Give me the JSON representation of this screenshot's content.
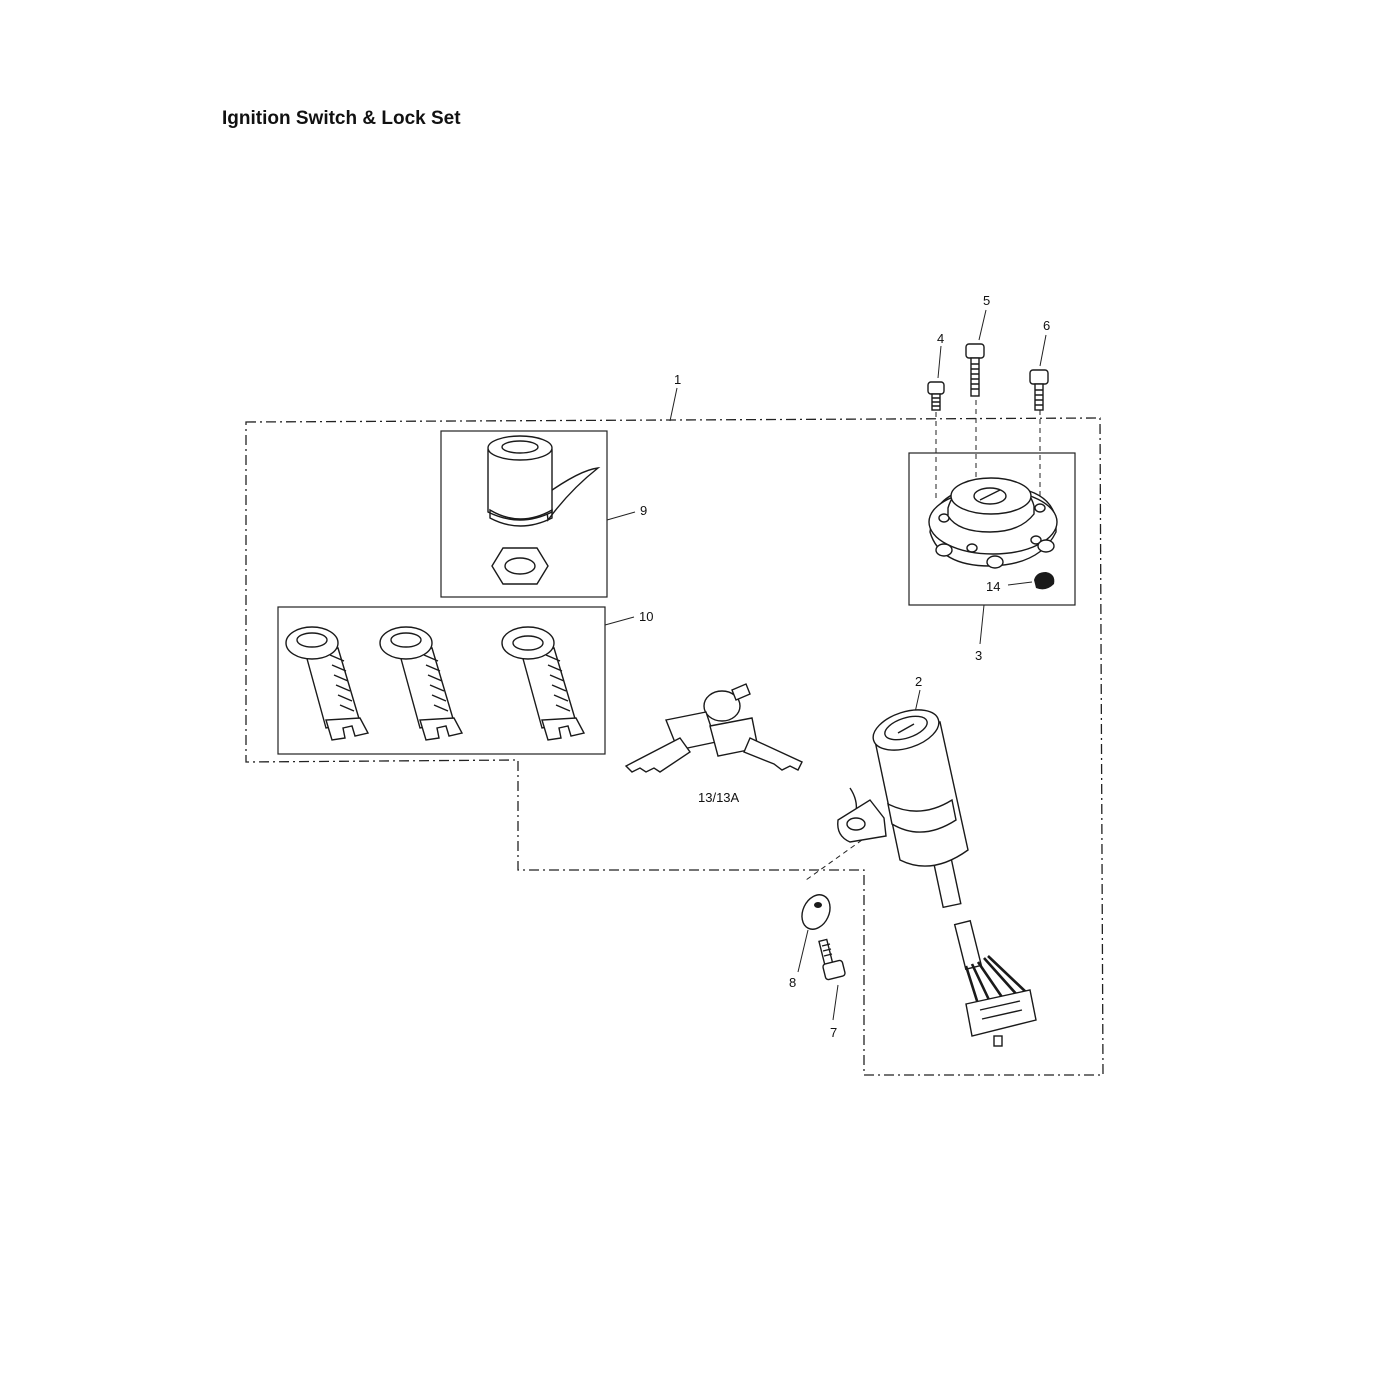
{
  "title": "Ignition Switch & Lock Set",
  "callouts": {
    "c1": "1",
    "c2": "2",
    "c3": "3",
    "c4": "4",
    "c5": "5",
    "c6": "6",
    "c7": "7",
    "c8": "8",
    "c9": "9",
    "c10": "10",
    "c13": "13/13A",
    "c14": "14"
  }
}
